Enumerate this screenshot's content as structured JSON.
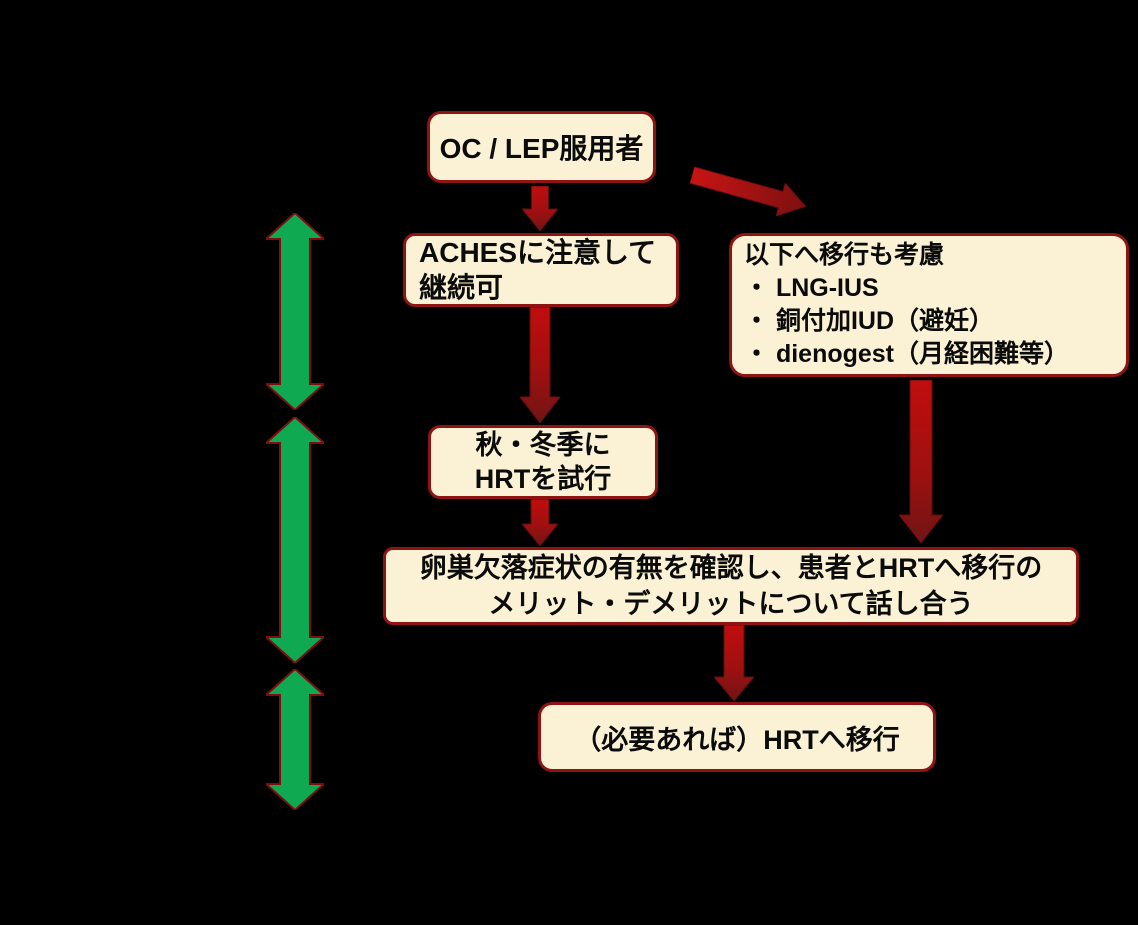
{
  "diagram": {
    "title": "OC/LEP to HRT transition flowchart",
    "colors": {
      "background": "#000000",
      "box_fill": "#FBF1D4",
      "box_border": "#8E1414",
      "red_arrow": "#B01010",
      "red_arrow_dark": "#711414",
      "green_arrow": "#0FA951",
      "green_arrow_outline": "#7E0E0E",
      "text": "#0B0B0B"
    },
    "nodes": {
      "oc_lep": {
        "label": "OC / LEP服用者"
      },
      "aches": {
        "lines": [
          "ACHESに注意して",
          "継続可"
        ]
      },
      "consider": {
        "title": "以下へ移行も考慮",
        "items": [
          "・ LNG-IUS",
          "・ 銅付加IUD（避妊）",
          "・ dienogest（月経困難等）"
        ]
      },
      "autumn": {
        "lines": [
          "秋・冬季に",
          "HRTを試行"
        ]
      },
      "confirm": {
        "lines": [
          "卵巣欠落症状の有無を確認し、患者とHRTへ移行の",
          "メリット・デメリットについて話し合う"
        ]
      },
      "hrt_transition": {
        "label": "（必要あれば）HRTへ移行"
      }
    }
  }
}
